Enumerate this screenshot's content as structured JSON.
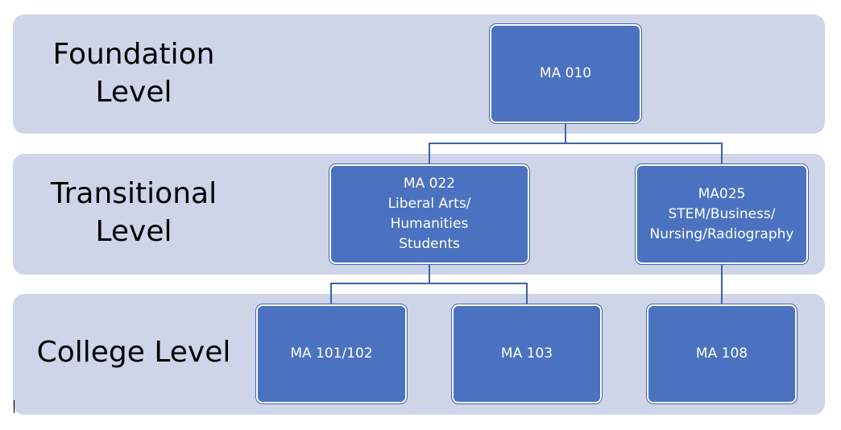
{
  "levels": {
    "foundation": "Foundation\nLevel",
    "transitional": "Transitional\nLevel",
    "college": "College Level"
  },
  "courses": {
    "ma010": "MA 010",
    "ma022": "MA 022\nLiberal Arts/\nHumanities\nStudents",
    "ma025": "MA025\nSTEM/Business/\nNursing/Radiography",
    "ma101": "MA 101/102",
    "ma103": "MA 103",
    "ma108": "MA 108"
  },
  "colors": {
    "band": "#cfd5e8",
    "box": "#4a72c0",
    "connector": "#3e63ad"
  }
}
